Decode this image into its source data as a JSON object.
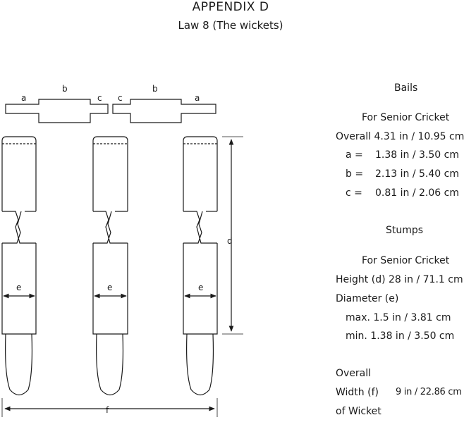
{
  "header": {
    "title": "APPENDIX D",
    "subtitle": "Law 8 (The wickets)"
  },
  "diagram_labels": {
    "a": "a",
    "b": "b",
    "c": "c",
    "d": "d",
    "e": "e",
    "f": "f"
  },
  "bails": {
    "heading": "Bails",
    "subheading": "For Senior Cricket",
    "overall": "Overall 4.31 in / 10.95 cm",
    "a": "a =",
    "a_val": "1.38  in / 3.50 cm",
    "b": "b =",
    "b_val": "2.13 in / 5.40 cm",
    "c": "c =",
    "c_val": "0.81 in / 2.06 cm"
  },
  "stumps": {
    "heading": "Stumps",
    "subheading": "For Senior Cricket",
    "height": "Height (d) 28 in / 71.1 cm",
    "diameter": "Diameter (e)",
    "max": "max.  1.5 in / 3.81 cm",
    "min": "min.  1.38 in / 3.50 cm"
  },
  "overall": {
    "heading": "Overall",
    "width_label": "Width (f)",
    "width_value": "9 in / 22.86 cm",
    "of_wicket": "of Wicket"
  }
}
